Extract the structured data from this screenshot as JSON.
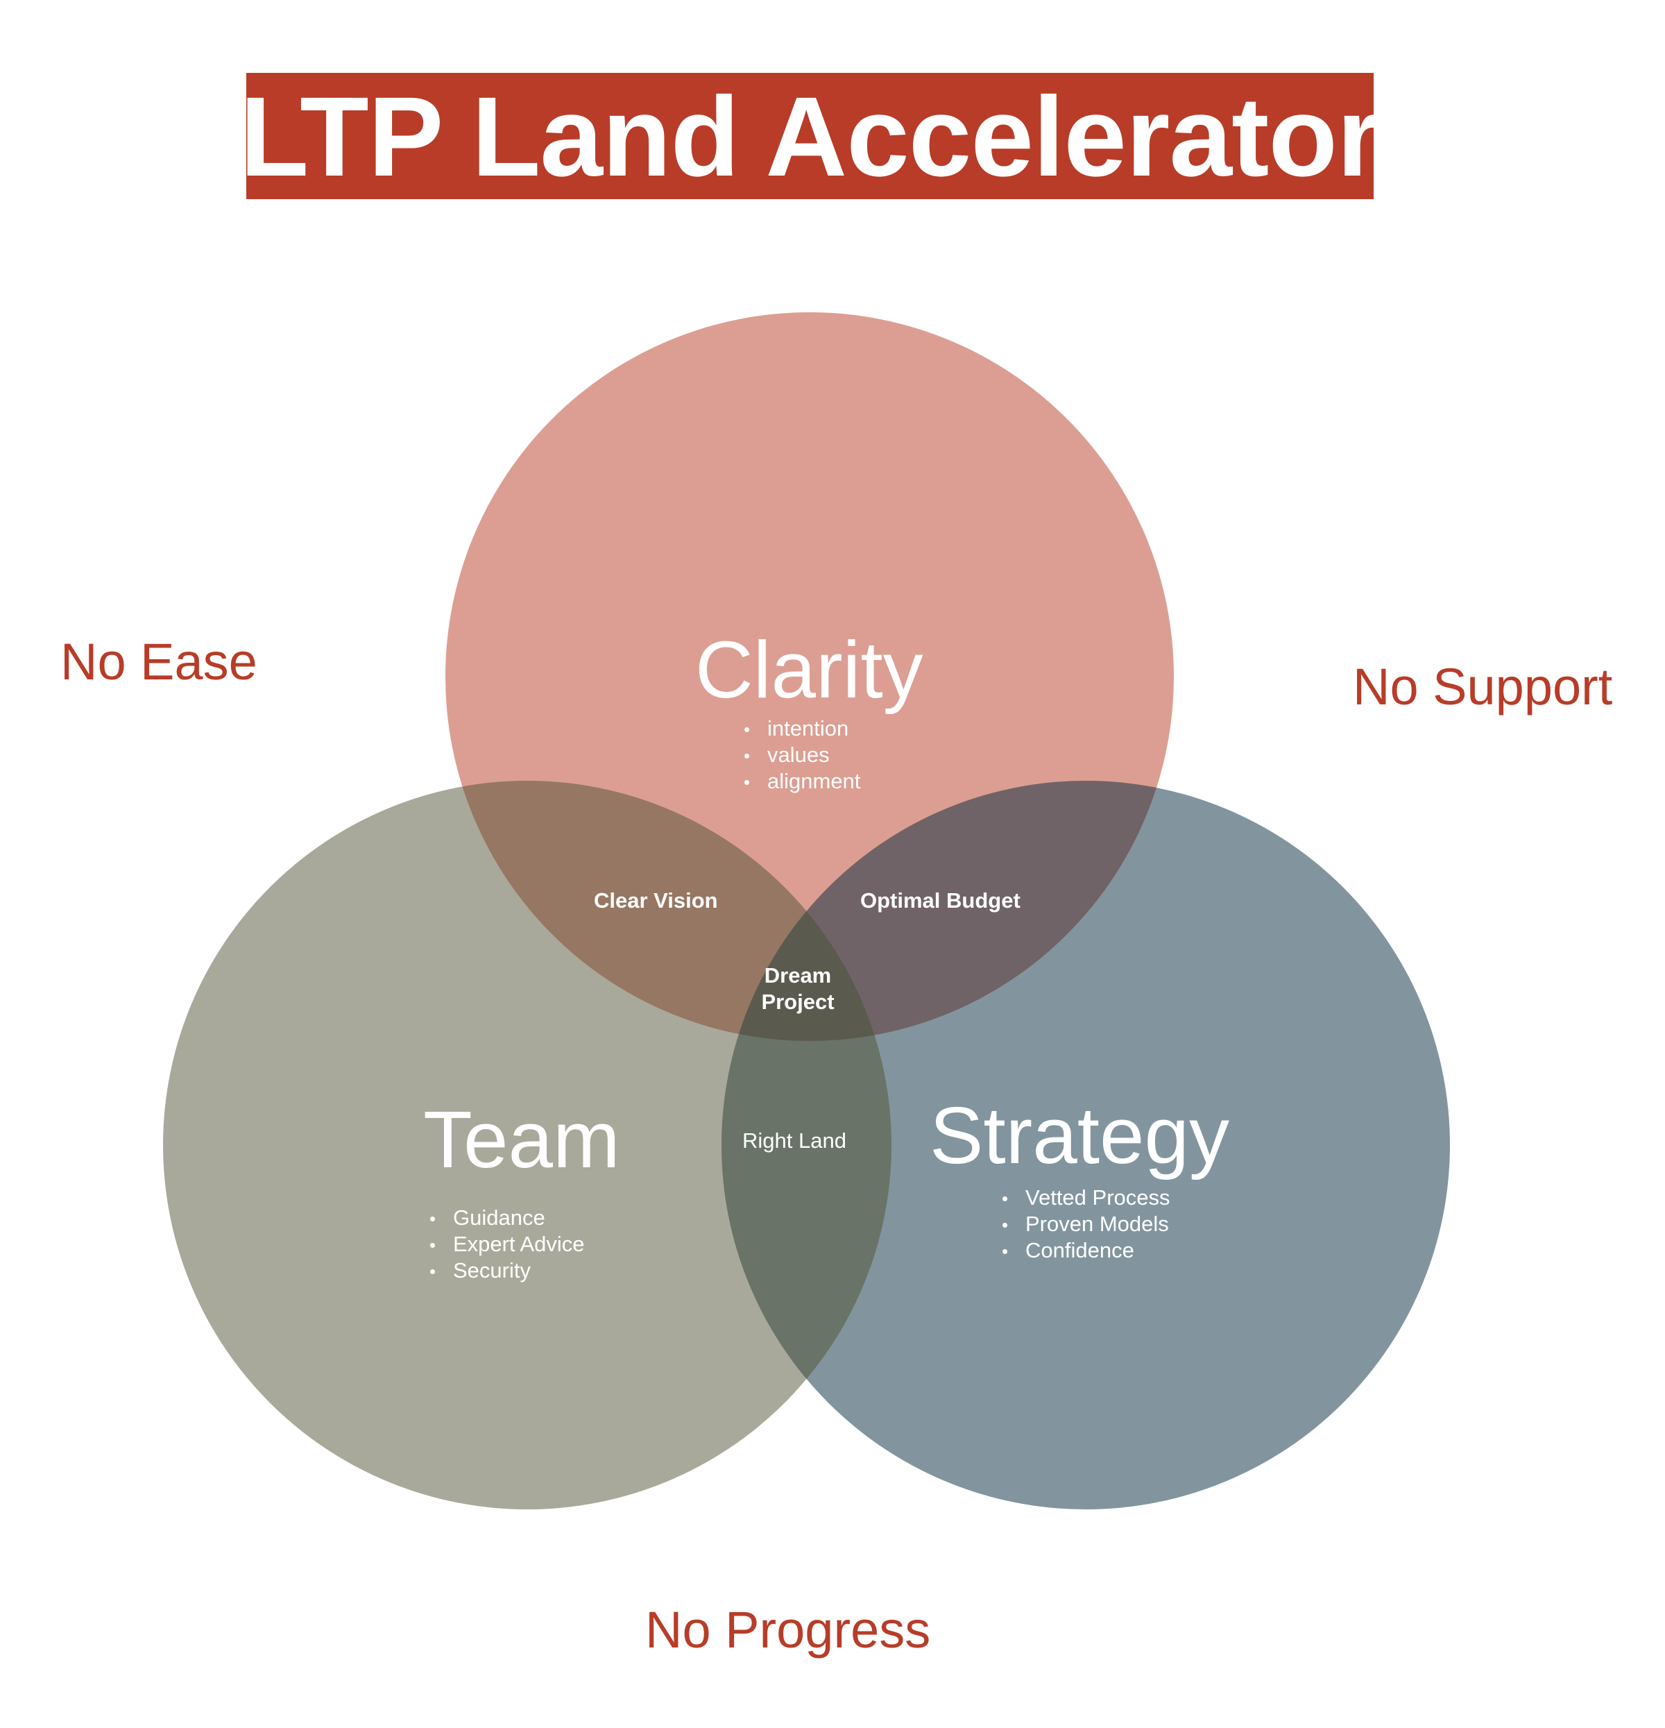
{
  "title": "LTP Land Accelerator",
  "colors": {
    "accent": "#b83c28",
    "clarity_circle": "#dc9e93",
    "team_circle": "#a8a99a",
    "strategy_circle": "#82959e",
    "clarity_team_overlap": "#967763",
    "clarity_strategy_overlap": "#6f6367",
    "team_strategy_overlap": "#697368",
    "center_overlap": "#5b5a4e",
    "text_on_circles": "#ffffff"
  },
  "sets": {
    "clarity": {
      "title": "Clarity",
      "bullets": [
        "intention",
        "values",
        "alignment"
      ]
    },
    "team": {
      "title": "Team",
      "bullets": [
        "Guidance",
        "Expert Advice",
        "Security"
      ]
    },
    "strategy": {
      "title": "Strategy",
      "bullets": [
        "Vetted Process",
        "Proven Models",
        "Confidence"
      ]
    }
  },
  "overlaps": {
    "clarity_team": "Clear Vision",
    "clarity_strategy": "Optimal Budget",
    "team_strategy": "Right Land",
    "center_line1": "Dream",
    "center_line2": "Project"
  },
  "outside": {
    "left": "No Ease",
    "right": "No Support",
    "bottom": "No Progress"
  }
}
